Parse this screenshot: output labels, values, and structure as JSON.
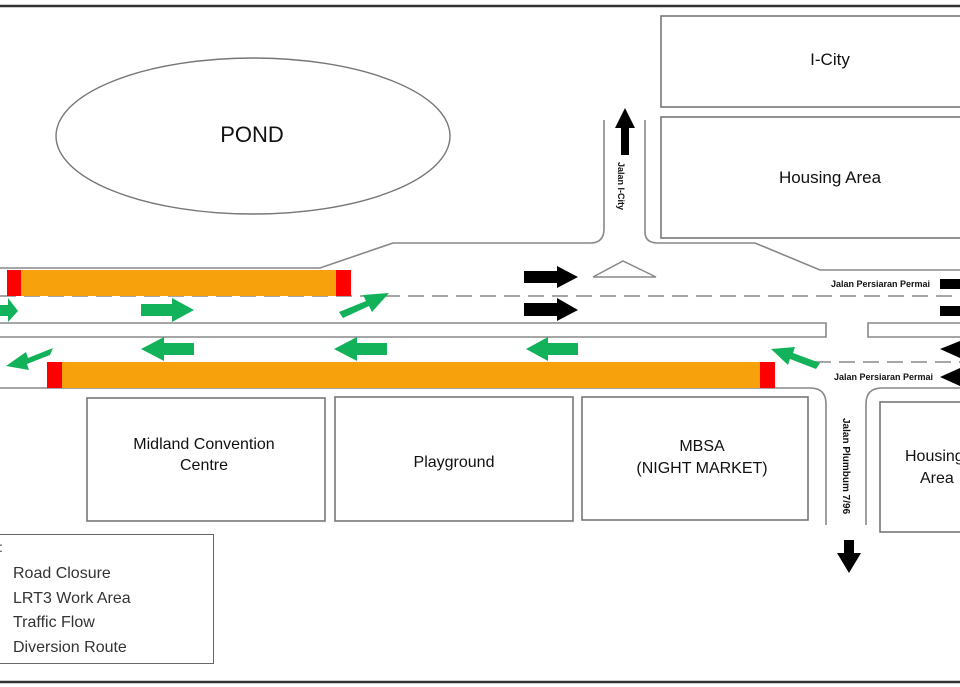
{
  "map": {
    "landmarks": {
      "pond": "POND",
      "icity": "I-City",
      "housing_top": "Housing Area",
      "midland": [
        "Midland Convention",
        "Centre"
      ],
      "playground": "Playground",
      "mbsa": [
        "MBSA",
        "(NIGHT MARKET)"
      ],
      "housing_right": [
        "Housing",
        "Area"
      ]
    },
    "roads": {
      "jalan_icity": "Jalan I-City",
      "jalan_persiaran_permai_upper": "Jalan Persiaran Permai",
      "jalan_persiaran_permai_lower": "Jalan Persiaran Permai",
      "jalan_plumbum": "Jalan Plumbum 7/96"
    },
    "colors": {
      "road_closure": "#ff0000",
      "lrt3_work_area": "#f7a20c",
      "traffic_flow": "#000000",
      "diversion_route": "#11b25a"
    }
  },
  "legend": {
    "items": [
      {
        "label": "Road Closure",
        "icon": "red-block"
      },
      {
        "label": "LRT3 Work Area",
        "icon": "orange-block"
      },
      {
        "label": "Traffic Flow",
        "icon": "black-arrow"
      },
      {
        "label": "Diversion Route",
        "icon": "green-arrow"
      }
    ]
  }
}
